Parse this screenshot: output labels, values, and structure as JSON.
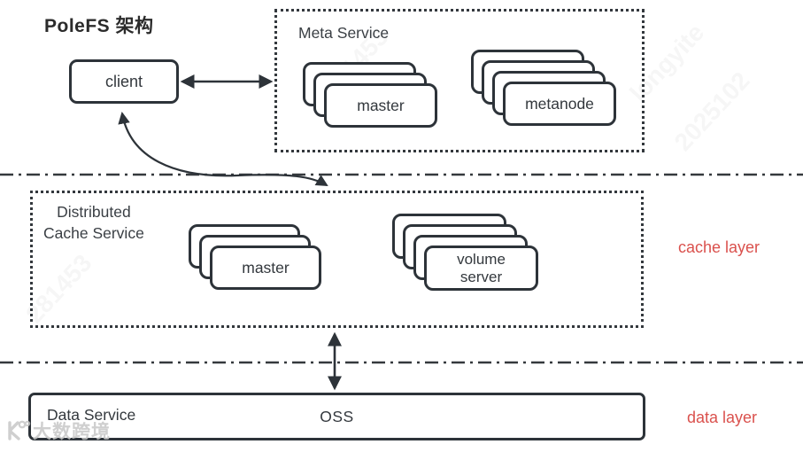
{
  "title": "PoleFS 架构",
  "client": {
    "label": "client"
  },
  "meta_service": {
    "label": "Meta Service",
    "stacks": [
      {
        "label": "master",
        "count": 3
      },
      {
        "label": "metanode",
        "count": 4
      }
    ]
  },
  "cache_service": {
    "label_line1": "Distributed",
    "label_line2": "Cache Service",
    "stacks": [
      {
        "label": "master",
        "count": 3
      },
      {
        "label": "volume server",
        "count": 4
      }
    ]
  },
  "data_service": {
    "label": "Data Service",
    "oss_label": "OSS"
  },
  "layers": {
    "cache": "cache layer",
    "data": "data layer"
  },
  "colors": {
    "ink": "#2d3339",
    "accent_red": "#da514d"
  },
  "watermark": {
    "brand": "大数跨境",
    "faint": [
      "longyite",
      "2025102",
      "281453",
      "281453"
    ]
  }
}
